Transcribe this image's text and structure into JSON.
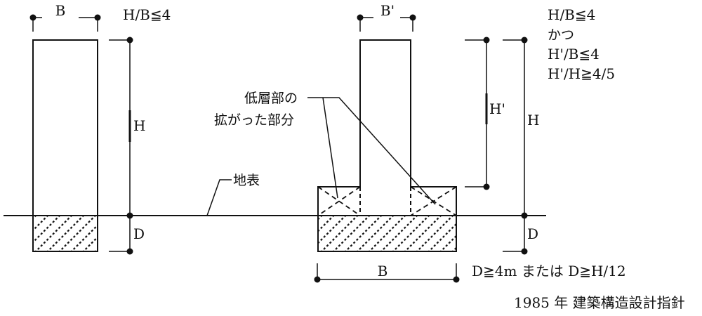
{
  "diagram": {
    "colors": {
      "ink": "#111111",
      "background": "#ffffff"
    },
    "left_building": {
      "width_label": "B",
      "height_label": "H",
      "depth_label": "D",
      "condition": "H/B≦4"
    },
    "right_building": {
      "tower_width_label": "B'",
      "tower_height_label": "H'",
      "total_height_label": "H",
      "depth_label": "D",
      "base_width_label": "B",
      "conditions": [
        "H/B≦4",
        "かつ",
        "H'/B≦4",
        "H'/H≧4/5"
      ]
    },
    "annotations": {
      "podium_label_line1": "低層部の",
      "podium_label_line2": "拡がった部分",
      "ground_label": "地表"
    },
    "embedment_condition": "D≧4m または D≧H/12",
    "source": "1985 年  建築構造設計指針"
  }
}
